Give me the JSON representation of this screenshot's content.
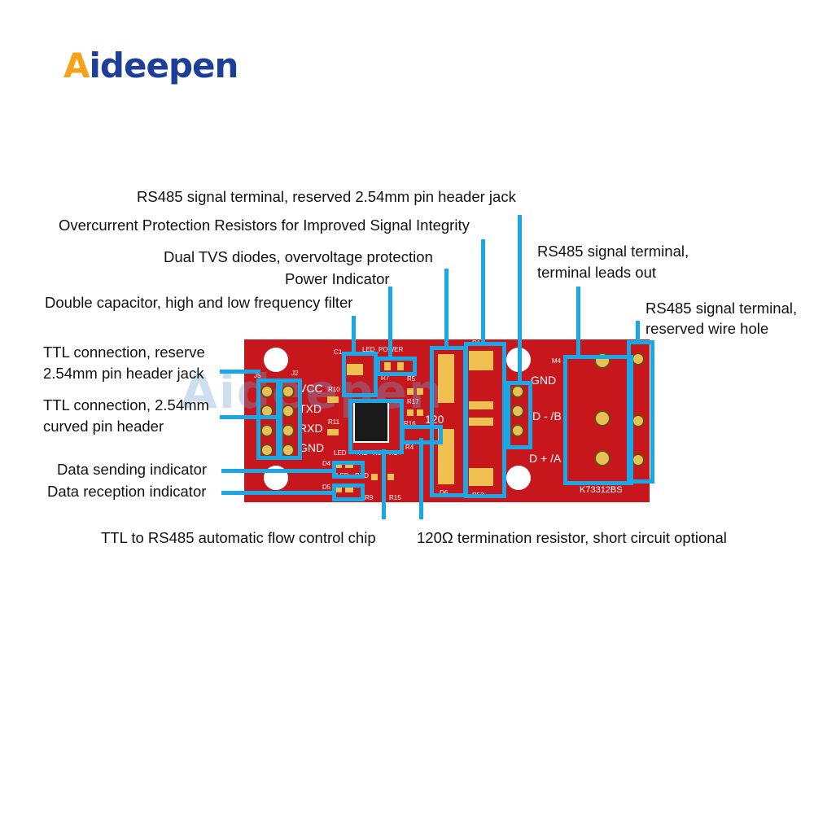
{
  "logo": {
    "text_a": "A",
    "text_rest": "ideepen"
  },
  "labels": {
    "rs485_jack": "RS485 signal terminal, reserved 2.54mm pin header jack",
    "overcurrent": "Overcurrent Protection Resistors for Improved Signal Integrity",
    "tvs": "Dual TVS diodes, overvoltage protection",
    "power_indicator": "Power Indicator",
    "capacitor": "Double capacitor, high and low frequency filter",
    "terminal_leads_1": "RS485 signal terminal,",
    "terminal_leads_2": "terminal leads out",
    "wire_hole_1": "RS485 signal terminal,",
    "wire_hole_2": "reserved wire hole",
    "ttl_jack_1": "TTL connection, reserve",
    "ttl_jack_2": "2.54mm pin header jack",
    "ttl_curved_1": "TTL connection, 2.54mm",
    "ttl_curved_2": "curved pin header",
    "data_send": "Data sending indicator",
    "data_recv": "Data reception indicator",
    "flow_chip": "TTL to RS485 automatic flow control chip",
    "termination": "120Ω termination resistor, short circuit optional"
  },
  "board": {
    "vcc": "VCC",
    "txd": "TXD",
    "rxd": "RXD",
    "gnd": "GND",
    "j5": "J5",
    "j2": "J2",
    "c1": "C1",
    "led_power": "LED_POWER",
    "r7": "R7",
    "r10": "R10",
    "r11": "R11",
    "r5": "R5",
    "r17": "R17",
    "r16": "R16",
    "r4": "R4",
    "d4": "D4",
    "d5": "D5",
    "led": "LED",
    "txd_small": "TXD",
    "rxd_small": "RXD",
    "r8": "R8",
    "r14": "R14",
    "r9": "R9",
    "r15": "R15",
    "val_120": "120",
    "d6": "D6",
    "r53": "R53",
    "r1": "R1",
    "gnd_right": "GND",
    "db": "D - /B",
    "da": "D + /A",
    "m4": "M4",
    "part": "K73312BS"
  },
  "colors": {
    "accent": "#19a7e6",
    "board": "#c8161d",
    "pad": "#f0c050"
  }
}
